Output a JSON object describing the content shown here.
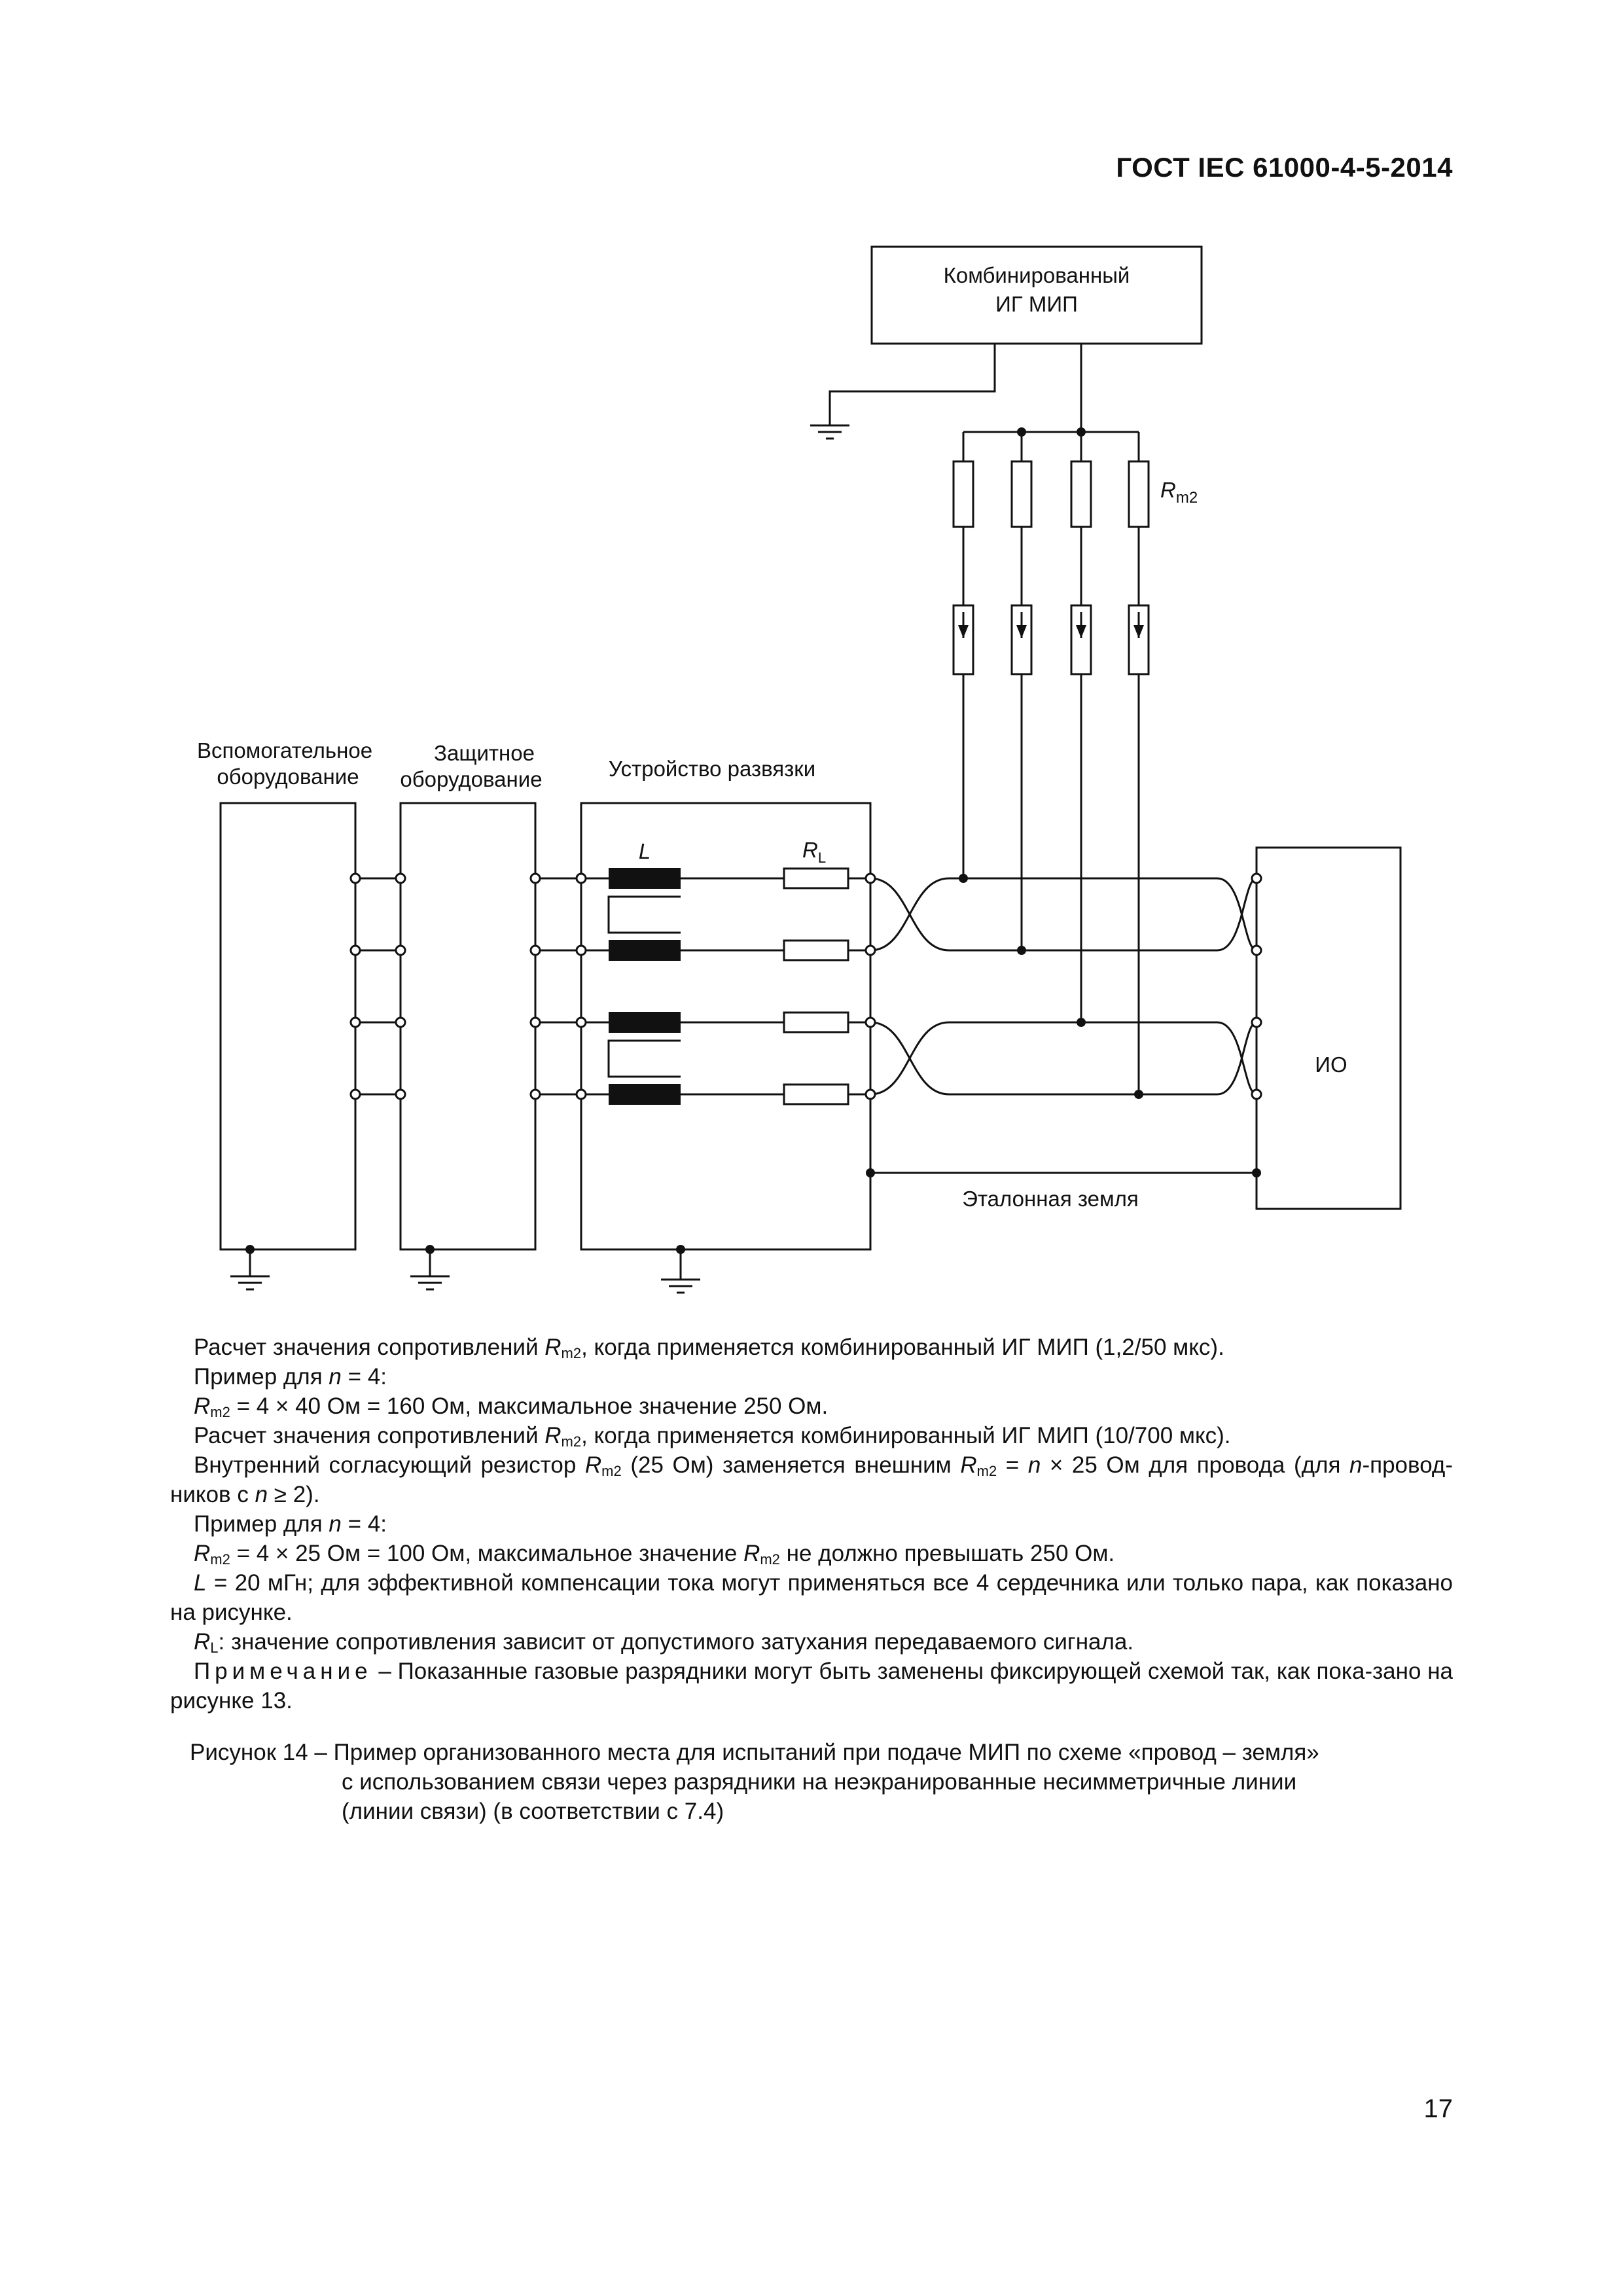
{
  "header": {
    "standard": "ГОСТ IEC 61000-4-5-2014"
  },
  "diagram": {
    "generator_line1": "Комбинированный",
    "generator_line2": "ИГ МИП",
    "rm2_label": "R",
    "rm2_sub": "m2",
    "aux_line1": "Вспомогательное",
    "aux_line2": "оборудование",
    "prot_line1": "Защитное",
    "prot_line2": "оборудование",
    "decoupling": "Устройство развязки",
    "inductor_label": "L",
    "rl_label": "R",
    "rl_sub": "L",
    "eut": "ИО",
    "reference_ground": "Эталонная земля"
  },
  "notes": {
    "n1a": "Расчет значения сопротивлений ",
    "n1b": ", когда применяется комбинированный ИГ МИП (1,2/50 мкс).",
    "n2": "Пример для ",
    "n2b": " = 4:",
    "n3": " = 4 × 40 Ом = 160 Ом, максимальное значение 250 Ом.",
    "n4b": ", когда применяется комбинированный ИГ МИП (10/700 мкс).",
    "n5a": "Внутренний согласующий резистор ",
    "n5b": " (25 Ом) заменяется внешним ",
    "n5c": " = ",
    "n5d": " × 25 Ом для провода (для ",
    "n5e": "-провод-ников с ",
    "n5f": " ≥ 2).",
    "n7a": " = 4 × 25 Ом = 100 Ом, максимальное значение ",
    "n7b": " не должно превышать 250 Ом.",
    "n8": " = 20 мГн; для эффективной компенсации тока могут применяться все 4 сердечника или только пара, как показано на рисунке.",
    "n9": ": значение сопротивления зависит от допустимого затухания передаваемого сигнала.",
    "note_word": "Примечание",
    "note_text": " – Показанные газовые разрядники могут быть заменены фиксирующей схемой так, как пока-зано на рисунке 13.",
    "var_n": "n",
    "var_R": "R",
    "sub_m2": "m2",
    "sub_L": "L",
    "var_L": "L"
  },
  "caption": {
    "line1": "Рисунок 14 – Пример организованного места для испытаний при подаче МИП по схеме «провод – земля»",
    "line2": "с использованием связи через разрядники на неэкранированные несимметричные линии",
    "line3": "(линии связи) (в соответствии с 7.4)"
  },
  "page_number": "17"
}
